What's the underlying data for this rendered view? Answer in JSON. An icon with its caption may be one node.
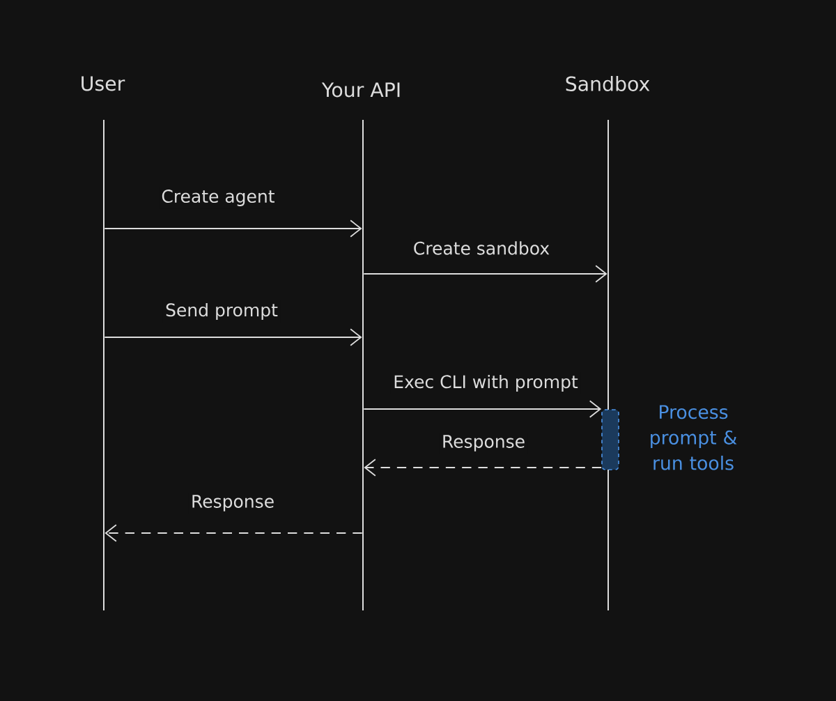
{
  "diagram": {
    "nodes": [
      {
        "text": [
          "User"
        ]
      },
      {
        "text": [
          "Your API"
        ]
      },
      {
        "text": [
          "Sandbox"
        ]
      },
      {
        "text": [],
        "shape": "bar"
      },
      {
        "text": [],
        "shape": "bar"
      },
      {
        "text": [],
        "shape": "bar"
      },
      {
        "text": [],
        "shape": "box",
        "beside": [
          "Process prompt & run tools"
        ]
      }
    ],
    "edges": [
      {
        "from": 3,
        "to": 4,
        "arrow": "to",
        "label": "Create agent"
      },
      {
        "from": 4,
        "to": 5,
        "arrow": "to",
        "label": "Create sandbox"
      },
      {
        "from": 3,
        "to": 4,
        "arrow": "to",
        "label": "Send prompt"
      },
      {
        "from": 4,
        "to": 6,
        "arrow": "to",
        "label": "Exec CLI with prompt"
      },
      {
        "from": 6,
        "to": 4,
        "arrow": "to",
        "label": "Response",
        "style": "dashed"
      },
      {
        "from": 4,
        "to": 3,
        "arrow": "to",
        "label": "Response",
        "style": "dashed"
      }
    ]
  }
}
